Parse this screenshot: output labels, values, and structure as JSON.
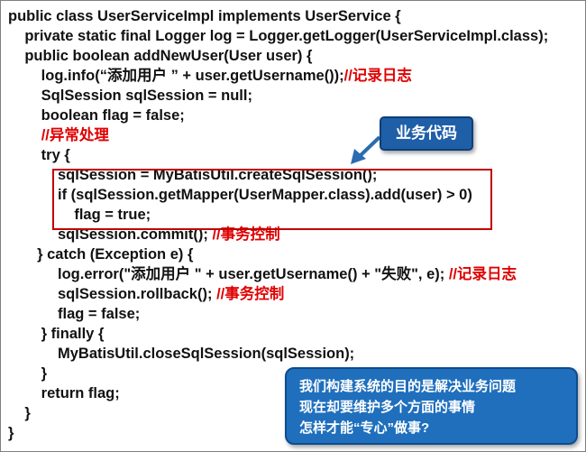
{
  "code": {
    "lines": [
      {
        "code": "public class UserServiceImpl implements UserService {",
        "comment": ""
      },
      {
        "code": "    private static final Logger log = Logger.getLogger(UserServiceImpl.class);",
        "comment": ""
      },
      {
        "code": "    public boolean addNewUser(User user) {",
        "comment": ""
      },
      {
        "code": "        log.info(“添加用户 ” + user.getUsername());",
        "comment": "//记录日志"
      },
      {
        "code": "        SqlSession sqlSession = null;",
        "comment": ""
      },
      {
        "code": "        boolean flag = false;",
        "comment": ""
      },
      {
        "code": "        ",
        "comment": "//异常处理"
      },
      {
        "code": "        try {",
        "comment": ""
      },
      {
        "code": "            sqlSession = MyBatisUtil.createSqlSession();",
        "comment": ""
      },
      {
        "code": "            if (sqlSession.getMapper(UserMapper.class).add(user) > 0)",
        "comment": ""
      },
      {
        "code": "                flag = true;",
        "comment": ""
      },
      {
        "code": "            sqlSession.commit(); ",
        "comment": "//事务控制"
      },
      {
        "code": "       } catch (Exception e) {",
        "comment": ""
      },
      {
        "code": "            log.error(\"添加用户 \" + user.getUsername() + \"失败\", e); ",
        "comment": "//记录日志"
      },
      {
        "code": "            sqlSession.rollback(); ",
        "comment": "//事务控制"
      },
      {
        "code": "            flag = false;",
        "comment": ""
      },
      {
        "code": "        } finally {",
        "comment": ""
      },
      {
        "code": "            MyBatisUtil.closeSqlSession(sqlSession);",
        "comment": ""
      },
      {
        "code": "        }",
        "comment": ""
      },
      {
        "code": "        return flag;",
        "comment": ""
      },
      {
        "code": "    }",
        "comment": ""
      },
      {
        "code": "}",
        "comment": ""
      }
    ]
  },
  "callout": {
    "label": "业务代码"
  },
  "note": {
    "lines": [
      "我们构建系统的目的是解决业务问题",
      "现在却要维护多个方面的事情",
      "怎样才能“专心”做事?"
    ]
  },
  "colors": {
    "code_text": "#111111",
    "comment": "#e00000",
    "highlight_border": "#c00000",
    "callout_bg": "#1f5fa8",
    "note_bg": "#1f6fbd"
  }
}
